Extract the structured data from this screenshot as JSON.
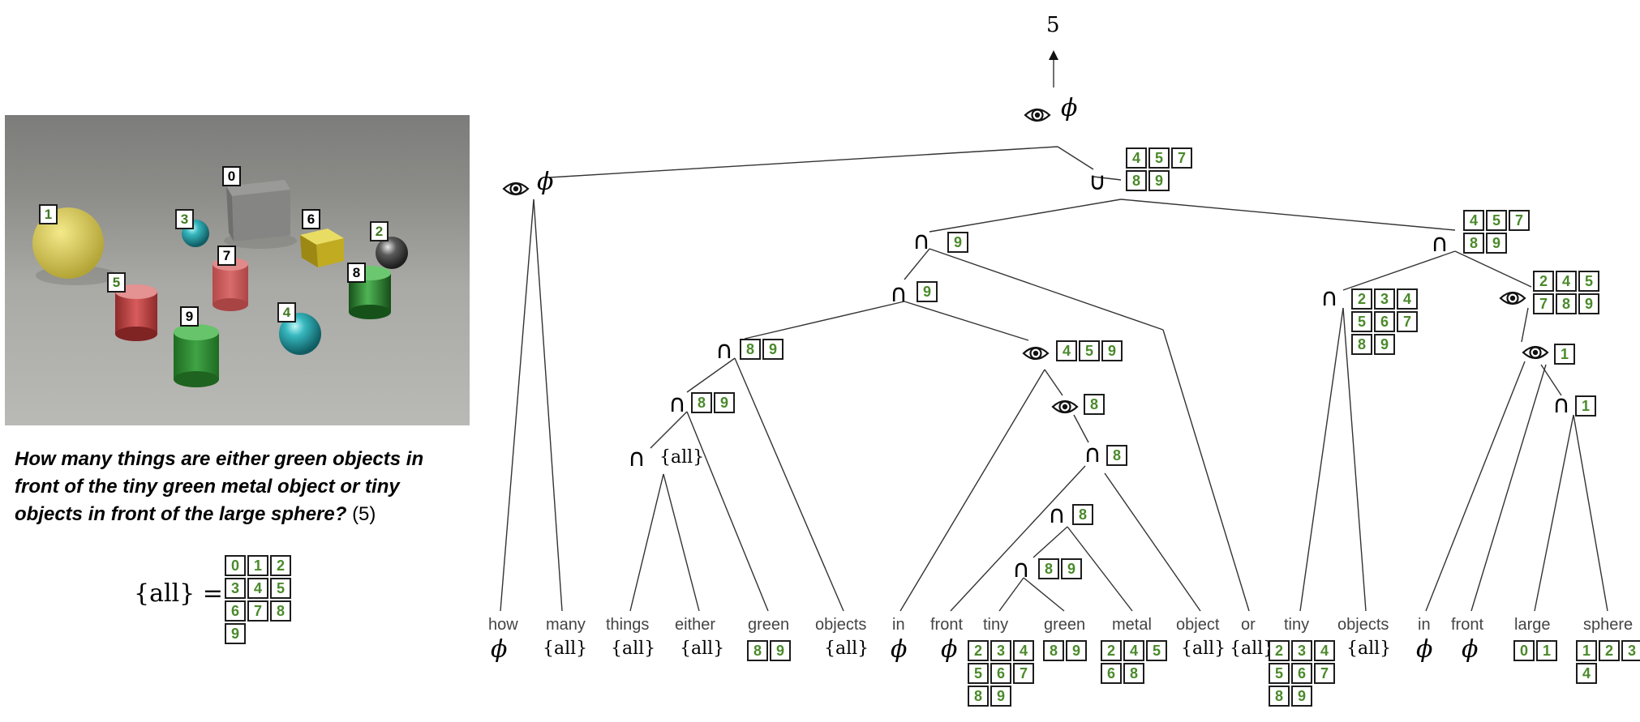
{
  "question": "How many things are either green objects in front of the tiny green metal object or tiny objects in front of the large sphere?",
  "answer_in_question": "(5)",
  "all_definition": {
    "label": "{all} =",
    "ids": [
      "0",
      "1",
      "2",
      "3",
      "4",
      "5",
      "6",
      "7",
      "8",
      "9"
    ]
  },
  "scene_labels": [
    "0",
    "1",
    "2",
    "3",
    "4",
    "5",
    "6",
    "7",
    "8",
    "9"
  ],
  "root_answer": "5",
  "ops": {
    "find": "eye-icon",
    "and": "∩",
    "or": "∪",
    "phi": "ϕ",
    "all": "{all}"
  },
  "words": [
    {
      "text": "how",
      "set": "phi"
    },
    {
      "text": "many",
      "set": "all"
    },
    {
      "text": "things",
      "set": "all"
    },
    {
      "text": "either",
      "set": "all"
    },
    {
      "text": "green",
      "set": [
        "8",
        "9"
      ]
    },
    {
      "text": "objects",
      "set": "all"
    },
    {
      "text": "in",
      "set": "phi"
    },
    {
      "text": "front",
      "set": "phi"
    },
    {
      "text": "tiny",
      "set": [
        "2",
        "3",
        "4",
        "5",
        "6",
        "7",
        "8",
        "9"
      ]
    },
    {
      "text": "green",
      "set": [
        "8",
        "9"
      ]
    },
    {
      "text": "metal",
      "set": [
        "2",
        "4",
        "5",
        "6",
        "8"
      ]
    },
    {
      "text": "object",
      "set": "all"
    },
    {
      "text": "or",
      "set": "all"
    },
    {
      "text": "tiny",
      "set": [
        "2",
        "3",
        "4",
        "5",
        "6",
        "7",
        "8",
        "9"
      ]
    },
    {
      "text": "objects",
      "set": "all"
    },
    {
      "text": "in",
      "set": "phi"
    },
    {
      "text": "front",
      "set": "phi"
    },
    {
      "text": "large",
      "set": [
        "0",
        "1"
      ]
    },
    {
      "text": "sphere",
      "set": [
        "1",
        "2",
        "3",
        "4"
      ]
    }
  ],
  "nodes": {
    "root": {
      "op": "find",
      "set": "phi"
    },
    "count": {
      "op": "find",
      "set": "phi"
    },
    "union": {
      "op": "or",
      "set": [
        "4",
        "5",
        "7",
        "8",
        "9"
      ]
    },
    "and_a": {
      "op": "and",
      "set": [
        "9"
      ]
    },
    "and_b": {
      "op": "and",
      "set": [
        "9"
      ]
    },
    "and_c": {
      "op": "and",
      "set": [
        "8",
        "9"
      ]
    },
    "and_d": {
      "op": "and",
      "set": [
        "8",
        "9"
      ]
    },
    "and_e": {
      "op": "and",
      "set": "all"
    },
    "find_front": {
      "op": "find",
      "set": [
        "4",
        "5",
        "9"
      ]
    },
    "find_metal": {
      "op": "find",
      "set": [
        "8"
      ]
    },
    "and_f": {
      "op": "and",
      "set": [
        "8"
      ]
    },
    "and_g": {
      "op": "and",
      "set": [
        "8"
      ]
    },
    "and_h": {
      "op": "and",
      "set": [
        "8",
        "9"
      ]
    },
    "and_r": {
      "op": "and",
      "set": [
        "4",
        "5",
        "7",
        "8",
        "9"
      ]
    },
    "and_tiny": {
      "op": "and",
      "set": [
        "2",
        "3",
        "4",
        "5",
        "6",
        "7",
        "8",
        "9"
      ]
    },
    "find_r": {
      "op": "find",
      "set": [
        "2",
        "4",
        "5",
        "7",
        "8",
        "9"
      ]
    },
    "find_r2": {
      "op": "find",
      "set": [
        "1"
      ]
    },
    "and_ls": {
      "op": "and",
      "set": [
        "1"
      ]
    }
  }
}
